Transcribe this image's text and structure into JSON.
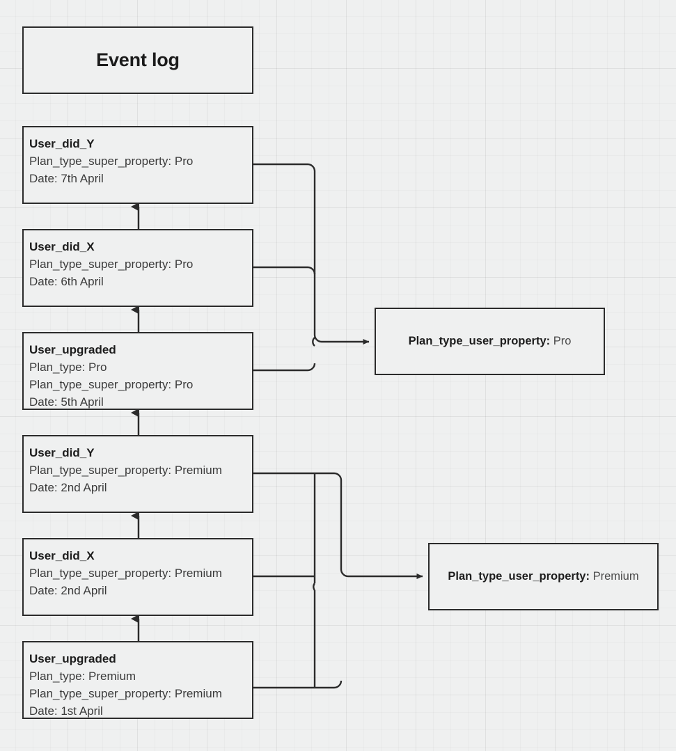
{
  "diagram": {
    "title_box": {
      "label": "Event log"
    },
    "events": [
      {
        "name": "User_did_Y",
        "lines": [
          "Plan_type_super_property: Pro",
          "Date: 7th April"
        ]
      },
      {
        "name": "User_did_X",
        "lines": [
          "Plan_type_super_property: Pro",
          "Date: 6th April"
        ]
      },
      {
        "name": "User_upgraded",
        "lines": [
          "Plan_type: Pro",
          "Plan_type_super_property: Pro",
          "Date: 5th April"
        ]
      },
      {
        "name": "User_did_Y",
        "lines": [
          "Plan_type_super_property: Premium",
          "Date: 2nd April"
        ]
      },
      {
        "name": "User_did_X",
        "lines": [
          "Plan_type_super_property: Premium",
          "Date: 2nd April"
        ]
      },
      {
        "name": "User_upgraded",
        "lines": [
          "Plan_type: Premium",
          "Plan_type_super_property: Premium",
          "Date: 1st April"
        ]
      }
    ],
    "properties": [
      {
        "key": "Plan_type_user_property:",
        "value": "Pro"
      },
      {
        "key": "Plan_type_user_property:",
        "value": "Premium"
      }
    ],
    "colors": {
      "background": "#eff0f0",
      "stroke": "#2b2b2b",
      "text_strong": "#1d1d1d",
      "text_muted": "#3b3b3b"
    }
  }
}
